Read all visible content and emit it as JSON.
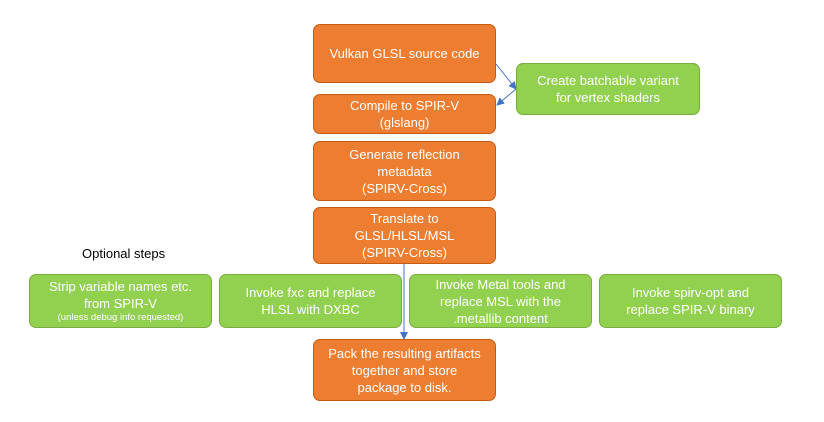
{
  "diagram": {
    "optional_caption": "Optional steps",
    "steps": {
      "source": [
        "Vulkan GLSL source code"
      ],
      "compile": [
        "Compile to SPIR-V",
        "(glslang)"
      ],
      "reflect": [
        "Generate reflection",
        "metadata",
        "(SPIRV-Cross)"
      ],
      "translate": [
        "Translate to",
        "GLSL/HLSL/MSL",
        "(SPIRV-Cross)"
      ],
      "pack": [
        "Pack the resulting artifacts",
        "together and store",
        "package to disk."
      ]
    },
    "batchable": [
      "Create batchable variant",
      "for vertex shaders"
    ],
    "optional": {
      "strip": [
        "Strip variable names etc.",
        "from SPIR-V"
      ],
      "strip_note": "(unless debug info requested)",
      "fxc": [
        "Invoke fxc and replace",
        "HLSL with DXBC"
      ],
      "metal": [
        "Invoke Metal tools and",
        "replace MSL with the",
        ".metallib content"
      ],
      "spirvopt": [
        "Invoke spirv-opt and",
        "replace SPIR-V binary"
      ]
    },
    "colors": {
      "step_fill": "#ed7d31",
      "optional_fill": "#92d050",
      "connector": "#4472c4"
    }
  }
}
